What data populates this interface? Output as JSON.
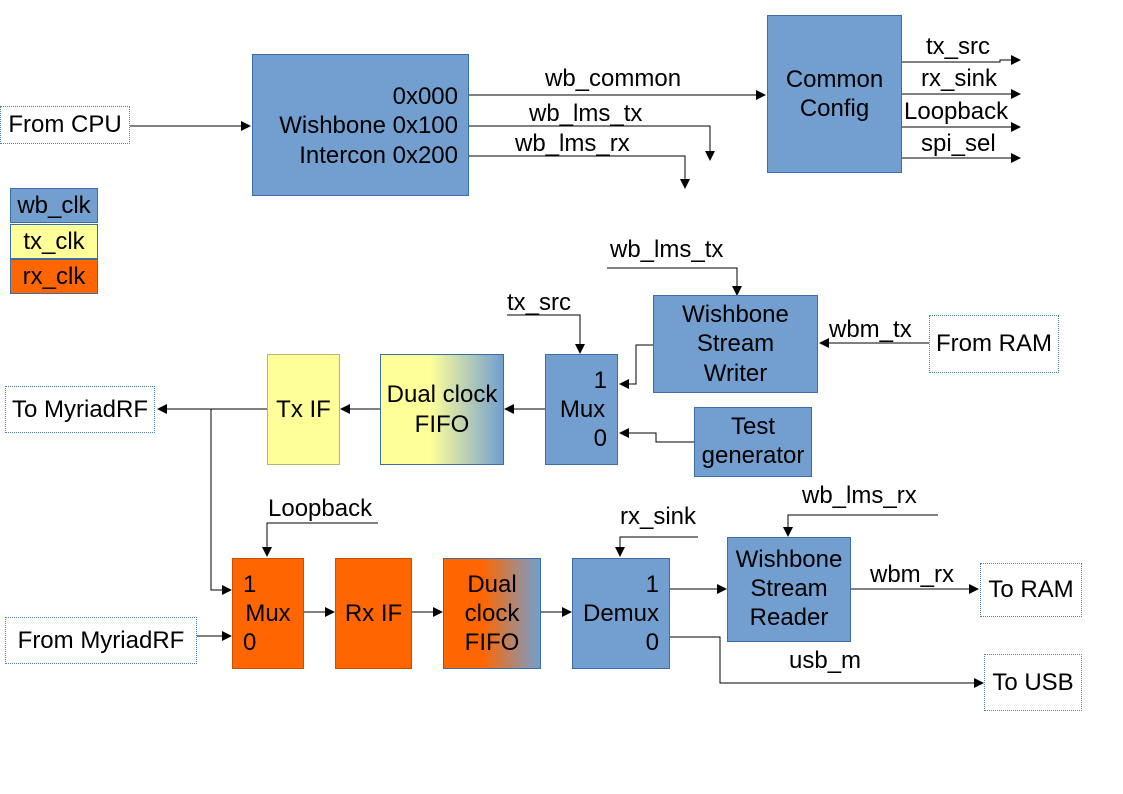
{
  "external": {
    "from_cpu": "From CPU",
    "to_myriadrf": "To MyriadRF",
    "from_myriadrf": "From MyriadRF",
    "from_ram": "From RAM",
    "to_ram": "To RAM",
    "to_usb": "To USB"
  },
  "legend": [
    "wb_clk",
    "tx_clk",
    "rx_clk"
  ],
  "intercon": {
    "addr0": "0x000",
    "line1": "Wishbone 0x100",
    "line2": "Intercon 0x200"
  },
  "common_config": {
    "line1": "Common",
    "line2": "Config"
  },
  "writer": {
    "line1": "Wishbone",
    "line2": "Stream",
    "line3": "Writer"
  },
  "reader": {
    "line1": "Wishbone",
    "line2": "Stream",
    "line3": "Reader"
  },
  "test_gen": {
    "line1": "Test",
    "line2": "generator"
  },
  "tx_mux": {
    "one": "1",
    "label": "Mux",
    "zero": "0"
  },
  "tx_fifo": {
    "line1": "Dual clock",
    "line2": "FIFO"
  },
  "tx_if": "Tx IF",
  "rx_mux": {
    "one": "1",
    "label": "Mux",
    "zero": "0"
  },
  "rx_if": "Rx IF",
  "rx_fifo": {
    "line1": "Dual",
    "line2": "clock",
    "line3": "FIFO"
  },
  "demux": {
    "one": "1",
    "label": "Demux",
    "zero": "0"
  },
  "signals": {
    "wb_common": "wb_common",
    "wb_lms_tx": "wb_lms_tx",
    "wb_lms_rx": "wb_lms_rx",
    "tx_src": "tx_src",
    "rx_sink": "rx_sink",
    "loopback": "Loopback",
    "spi_sel": "spi_sel",
    "wb_lms_tx_in": "wb_lms_tx",
    "tx_src_in": "tx_src",
    "wbm_tx": "wbm_tx",
    "loopback_in": "Loopback",
    "rx_sink_in": "rx_sink",
    "wb_lms_rx_in": "wb_lms_rx",
    "wbm_rx": "wbm_rx",
    "usb_m": "usb_m"
  },
  "colors": {
    "wb_clk": "#729fcf",
    "tx_clk": "#ffff99",
    "rx_clk": "#ff6600"
  }
}
